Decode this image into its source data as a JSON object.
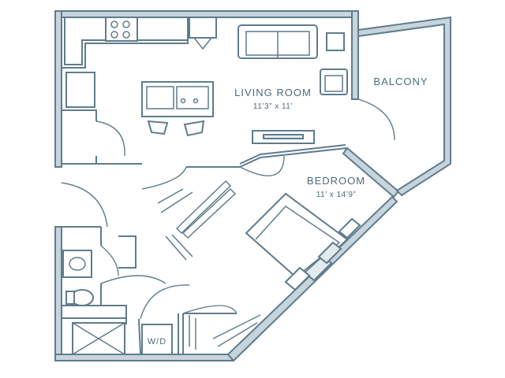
{
  "rooms": {
    "living": {
      "name": "LIVING ROOM",
      "dims": "11’3” x 11’"
    },
    "bedroom": {
      "name": "BEDROOM",
      "dims": "11’ x 14’9”"
    },
    "balcony": {
      "name": "BALCONY"
    }
  },
  "labels": {
    "washer_dryer": "W/D"
  },
  "colors": {
    "line": "#5f7c8c",
    "wall_fill": "#c8d4dc",
    "text": "#4d6b7c"
  }
}
